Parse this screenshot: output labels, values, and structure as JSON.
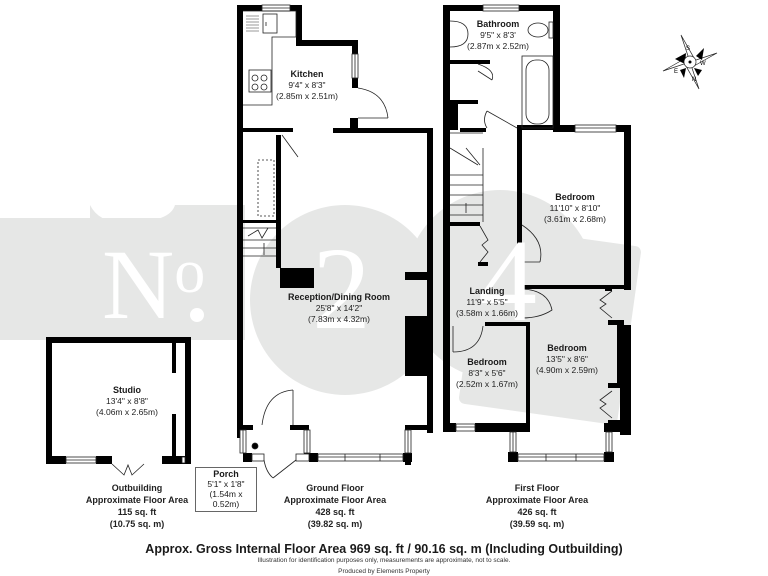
{
  "watermark": {
    "text_no": "N",
    "text_o": "o",
    "digit_1": "2",
    "digit_2": "4",
    "color": "#e6e7e6"
  },
  "compass": {
    "labels": [
      "S",
      "W",
      "N",
      "E"
    ]
  },
  "rooms": {
    "kitchen": {
      "name": "Kitchen",
      "imperial": "9'4\" x 8'3\"",
      "metric": "(2.85m x 2.51m)"
    },
    "reception": {
      "name": "Reception/Dining Room",
      "imperial": "25'8\" x 14'2\"",
      "metric": "(7.83m x 4.32m)"
    },
    "studio": {
      "name": "Studio",
      "imperial": "13'4\" x 8'8\"",
      "metric": "(4.06m x 2.65m)"
    },
    "porch": {
      "name": "Porch",
      "imperial": "5'1\" x 1'8\"",
      "metric": "(1.54m x 0.52m)"
    },
    "bathroom": {
      "name": "Bathroom",
      "imperial": "9'5\" x 8'3'",
      "metric": "(2.87m x 2.52m)"
    },
    "bedroom1": {
      "name": "Bedroom",
      "imperial": "11'10\" x 8'10\"",
      "metric": "(3.61m x 2.68m)"
    },
    "landing": {
      "name": "Landing",
      "imperial": "11'9\" x 5'5\"",
      "metric": "(3.58m x 1.66m)"
    },
    "bedroom2": {
      "name": "Bedroom",
      "imperial": "13'5\" x 8'6\"",
      "metric": "(4.90m x 2.59m)"
    },
    "bedroom3": {
      "name": "Bedroom",
      "imperial": "8'3\" x 5'6\"",
      "metric": "(2.52m x 1.67m)"
    }
  },
  "floors": {
    "outbuilding": {
      "title": "Outbuilding",
      "subtitle": "Approximate Floor Area",
      "sqft": "115 sq. ft",
      "sqm": "(10.75 sq. m)"
    },
    "ground": {
      "title": "Ground Floor",
      "subtitle": "Approximate Floor Area",
      "sqft": "428 sq. ft",
      "sqm": "(39.82 sq. m)"
    },
    "first": {
      "title": "First Floor",
      "subtitle": "Approximate Floor Area",
      "sqft": "426 sq. ft",
      "sqm": "(39.59 sq. m)"
    }
  },
  "footer": {
    "title": "Approx. Gross Internal Floor Area 969 sq. ft / 90.16 sq. m (Including Outbuilding)",
    "note": "Illustration for identification purposes only, measurements are approximate, not to scale.",
    "credit": "Produced by Elements Property"
  }
}
